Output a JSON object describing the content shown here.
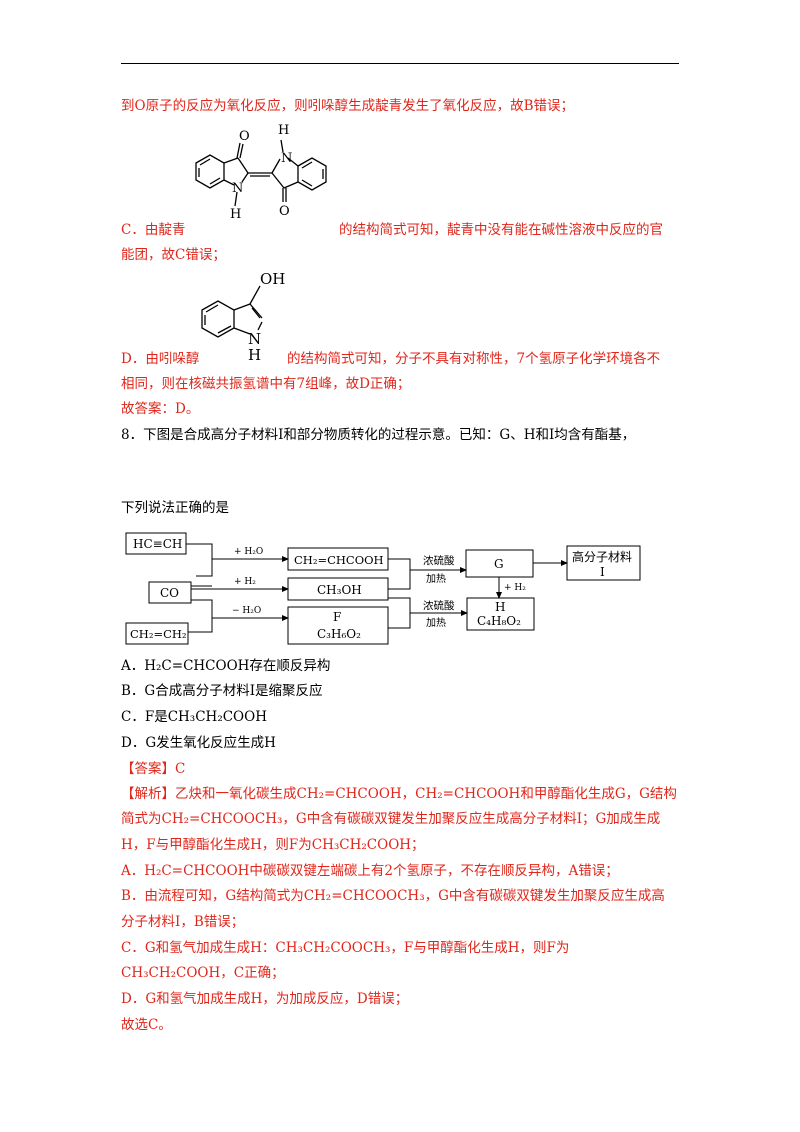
{
  "lines": {
    "l1": "到O原子的反应为氧化反应，则吲哚醇生成靛青发生了氧化反应，故B错误；",
    "c_prefix": "C．由靛青",
    "c_suffix": "的结构简式可知，靛青中没有能在碱性溶液中反应的官",
    "c_line2": "能团，故C错误；",
    "d_prefix": "D．由吲哚醇",
    "d_suffix": "的结构简式可知，分子不具有对称性，7个氢原子化学环境各不",
    "d_line2": "相同，则在核磁共振氢谱中有7组峰，故D正确；",
    "answer_prev": "故答案：D。",
    "q8": "8．下图是合成高分子材料Ⅰ和部分物质转化的过程示意。已知：G、H和I均含有酯基，",
    "q8_sub": "下列说法正确的是",
    "optA": "A．H₂C=CHCOOH存在顺反异构",
    "optB": "B．G合成高分子材料I是缩聚反应",
    "optC": "C．F是CH₃CH₂COOH",
    "optD": "D．G发生氧化反应生成H",
    "ans": "【答案】C",
    "ana1": "【解析】乙炔和一氧化碳生成CH₂=CHCOOH，CH₂=CHCOOH和甲醇酯化生成G，G结构",
    "ana2": "简式为CH₂=CHCOOCH₃，G中含有碳碳双键发生加聚反应生成高分子材料I；G加成生成",
    "ana3": "H，F与甲醇酯化生成H，则F为CH₃CH₂COOH；",
    "ana4": "A．H₂C=CHCOOH中碳碳双键左端碳上有2个氢原子，不存在顺反异构，A错误；",
    "ana5": "B．由流程可知，G结构简式为CH₂=CHCOOCH₃，G中含有碳碳双键发生加聚反应生成高",
    "ana6": "分子材料I，B错误；",
    "ana7": "C．G和氢气加成生成H：CH₃CH₂COOCH₃，F与甲醇酯化生成H，则F为",
    "ana8": "CH₃CH₂COOH，C正确；",
    "ana9": "D．G和氢气加成生成H，为加成反应，D错误；",
    "ana10": "故选C。"
  },
  "indigo": {
    "o_top": "O",
    "o_bottom": "O",
    "n_left": "N",
    "h_left": "H",
    "n_right": "N",
    "h_right": "H"
  },
  "indoxyl": {
    "oh": "OH",
    "n": "N",
    "h": "H"
  },
  "flow": {
    "hcch": "HC≡CH",
    "co": "CO",
    "ethene": "CH₂=CH₂",
    "plus_h2o": "+ H₂O",
    "plus_h2": "+ H₂",
    "minus_h2o": "− H₂O",
    "acrylic": "CH₂=CHCOOH",
    "methanol": "CH₃OH",
    "f_label": "F",
    "f_formula": "C₃H₆O₂",
    "h2so4_1": "浓硫酸",
    "heat_1": "加热",
    "h2so4_2": "浓硫酸",
    "heat_2": "加热",
    "g": "G",
    "g_to_h": "+ H₂",
    "h_label": "H",
    "h_formula": "C₄H₈O₂",
    "polymer_1": "高分子材料",
    "polymer_2": "I"
  }
}
